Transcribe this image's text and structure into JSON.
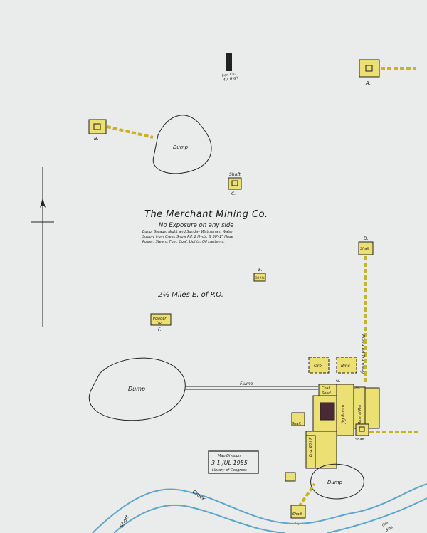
{
  "title": {
    "company": "The Merchant Mining Co.",
    "exposure": "No Exposure on any side",
    "note1": "Bung. Steady. Night and Sunday Watchman. Water",
    "note2": "Supply from Creek Snow P.P. 2 Hyds. & 50'-1\" Hose",
    "note3": "Power: Steam. Fuel: Coal. Lights: Oil Lanterns."
  },
  "location": "2½ Miles E. of P.O.",
  "chimney": {
    "line1": "Iron Ch.",
    "line2": "40' High"
  },
  "letters": {
    "a": "A.",
    "b": "B.",
    "c": "C.",
    "d": "D.",
    "e": "E.",
    "f": "F.",
    "g": "G.",
    "h": "H."
  },
  "labels": {
    "dump": "Dump",
    "flume": "Flume",
    "tramway": "Elevated Tramway",
    "ore": "Ore",
    "bins": "Bins",
    "coal_shed_1": "Coal",
    "coal_shed_2": "Shed",
    "jig_room": "Jig Room",
    "mineral_rm": "Mineral Rm",
    "engine": "Eng. 60 HP",
    "shaft": "Shaft",
    "oil_ho": "Oil Ho.",
    "powder_1": "Powder",
    "powder_2": "Ho.",
    "elev": "Elev.",
    "creek_1": "Short",
    "creek_2": "Creek",
    "ore_bins_1": "Ore",
    "ore_bins_2": "Bins"
  },
  "stamp": {
    "line1": "Map Division",
    "line2": "3 1 JUL 1955",
    "line3": "Library of Congress"
  },
  "colors": {
    "building": "#ecdf74",
    "water": "#5ea6c9",
    "paper": "#e9ecea"
  }
}
